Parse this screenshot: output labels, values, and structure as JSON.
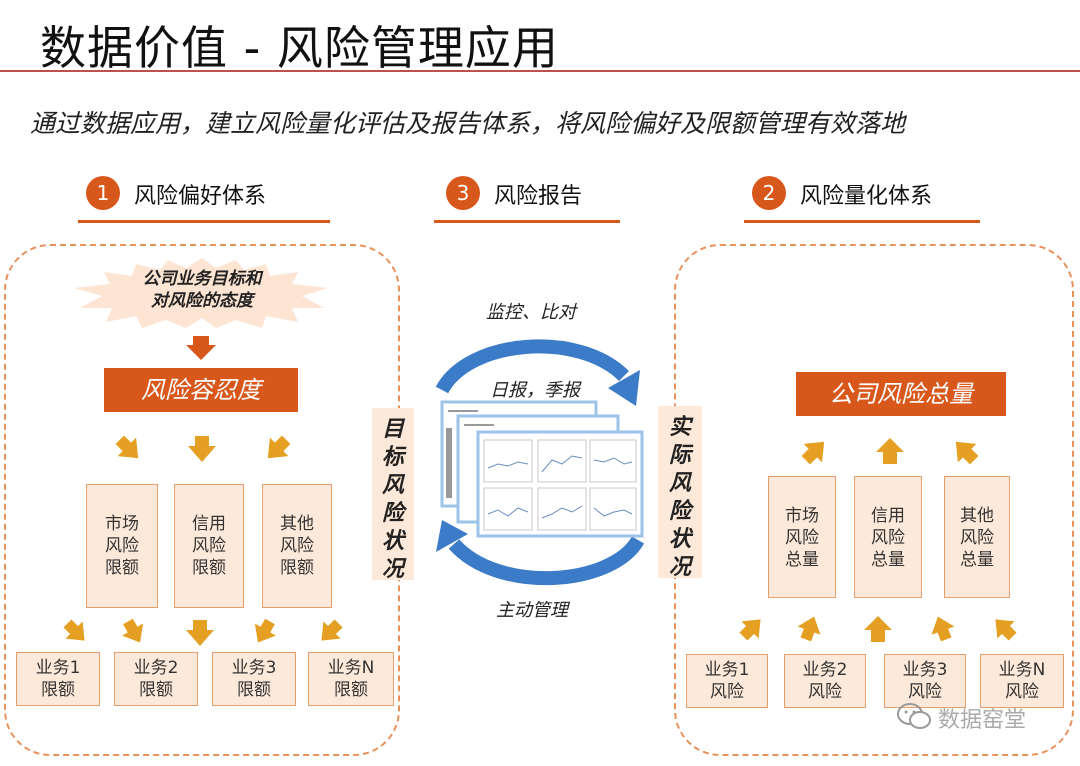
{
  "title": "数据价值 - 风险管理应用",
  "subtitle": "通过数据应用，建立风险量化评估及报告体系，将风险偏好及限额管理有效落地",
  "colors": {
    "accent": "#d8581c",
    "cream": "#fde9d9",
    "arrow": "#e5a023",
    "dashed": "#e8915b",
    "blue": "#3b7bc8"
  },
  "sections": {
    "appetite": {
      "number": "1",
      "label": "风险偏好体系"
    },
    "report": {
      "number": "3",
      "label": "风险报告"
    },
    "quant": {
      "number": "2",
      "label": "风险量化体系"
    }
  },
  "left": {
    "burst": [
      "公司业务目标和",
      "对风险的态度"
    ],
    "tolerance": "风险容忍度",
    "limits": [
      [
        "市场",
        "风险",
        "限额"
      ],
      [
        "信用",
        "风险",
        "限额"
      ],
      [
        "其他",
        "风险",
        "限额"
      ]
    ],
    "biz": [
      [
        "业务1",
        "限额"
      ],
      [
        "业务2",
        "限额"
      ],
      [
        "业务3",
        "限额"
      ],
      [
        "业务N",
        "限额"
      ]
    ]
  },
  "center": {
    "target_label": "目标风险状况",
    "actual_label": "实际风险状况",
    "monitor": "监控、比对",
    "daily": "日报，季报",
    "active": "主动管理"
  },
  "right": {
    "total": "公司风险总量",
    "totals": [
      [
        "市场",
        "风险",
        "总量"
      ],
      [
        "信用",
        "风险",
        "总量"
      ],
      [
        "其他",
        "风险",
        "总量"
      ]
    ],
    "biz": [
      [
        "业务1",
        "风险"
      ],
      [
        "业务2",
        "风险"
      ],
      [
        "业务3",
        "风险"
      ],
      [
        "业务N",
        "风险"
      ]
    ]
  },
  "watermark": "数据窑堂"
}
